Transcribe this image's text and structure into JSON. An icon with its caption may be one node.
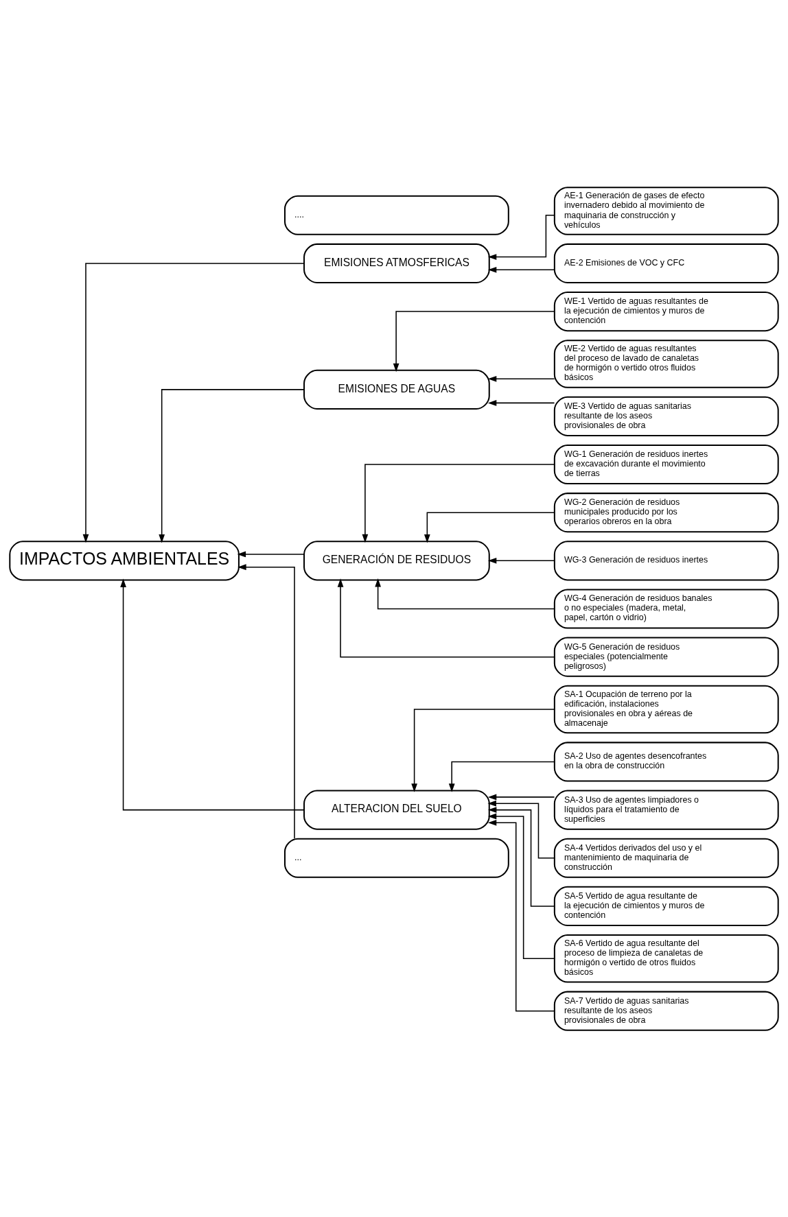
{
  "diagram": {
    "nodes": [
      {
        "text": [
          "IMPACTOS AMBIENTALES"
        ]
      },
      {
        "text": [
          "EMISIONES ATMOSFERICAS"
        ]
      },
      {
        "text": [
          "AE-1 Generación de gases de efecto invernadero debido al movimiento de maquinaria de construcción y vehículos"
        ]
      },
      {
        "text": [
          "AE-2 Emisiones de VOC y CFC"
        ]
      },
      {
        "text": [
          "EMISIONES DE AGUAS"
        ]
      },
      {
        "text": [
          "WE-1 Vertido de aguas resultantes de la ejecución de cimientos y muros de contención"
        ]
      },
      {
        "text": [
          "WE-2 Vertido de aguas resultantes del proceso de lavado de canaletas de hormigón o vertido otros fluidos básicos"
        ]
      },
      {
        "text": [
          "WE-3 Vertido de aguas sanitarias resultante de los aseos provisionales de obra"
        ]
      },
      {
        "text": [
          "GENERACIÓN DE RESIDUOS"
        ]
      },
      {
        "text": [
          "WG-1 Generación de residuos inertes de excavación durante el movimiento de tierras"
        ]
      },
      {
        "text": [
          "WG-2 Generación de residuos municipales producido por los operarios obreros en la obra"
        ]
      },
      {
        "text": [
          "WG-3 Generación de residuos inertes"
        ]
      },
      {
        "text": [
          "WG-4 Generación de residuos banales o no especiales (madera, metal, papel, cartón o vidrio)"
        ]
      },
      {
        "text": [
          "WG-5 Generación de residuos especiales (potencialmente peligrosos)"
        ]
      },
      {
        "text": [
          "ALTERACION DEL SUELO"
        ]
      },
      {
        "text": [
          "SA-1 Ocupación de terreno por la edificación, instalaciones provisionales en obra y aéreas de almacenaje"
        ]
      },
      {
        "text": [
          "SA-2 Uso de agentes desencofrantes en la obra de construcción"
        ]
      },
      {
        "text": [
          "SA-3 Uso de agentes limpiadores o líquidos para el tratamiento de superficies"
        ]
      },
      {
        "text": [
          "SA-4 Vertidos derivados del uso y el mantenimiento de maquinaria de construcción"
        ]
      },
      {
        "text": [
          "SA-5 Vertido de agua resultante de la ejecución de cimientos y muros de contención"
        ]
      },
      {
        "text": [
          "SA-6 Vertido de agua resultante del proceso de limpieza de canaletas de hormigón o vertido de otros fluidos básicos"
        ]
      },
      {
        "text": [
          "SA-7 Vertido de aguas sanitarias resultante de los aseos provisionales de obra"
        ]
      },
      {
        "text": [
          "..."
        ]
      },
      {
        "text": [
          "...."
        ]
      }
    ],
    "edges": [
      {
        "from": 1,
        "to": 0,
        "arrow": "to"
      },
      {
        "from": 4,
        "to": 0,
        "arrow": "to"
      },
      {
        "from": 8,
        "to": 0,
        "arrow": "to"
      },
      {
        "from": 14,
        "to": 0,
        "arrow": "to"
      },
      {
        "from": 22,
        "to": 0,
        "arrow": "to"
      },
      {
        "from": 2,
        "to": 1,
        "arrow": "to"
      },
      {
        "from": 3,
        "to": 1,
        "arrow": "to"
      },
      {
        "from": 5,
        "to": 4,
        "arrow": "to"
      },
      {
        "from": 6,
        "to": 4,
        "arrow": "to"
      },
      {
        "from": 7,
        "to": 4,
        "arrow": "to"
      },
      {
        "from": 9,
        "to": 8,
        "arrow": "to"
      },
      {
        "from": 10,
        "to": 8,
        "arrow": "to"
      },
      {
        "from": 11,
        "to": 8,
        "arrow": "to"
      },
      {
        "from": 12,
        "to": 8,
        "arrow": "to"
      },
      {
        "from": 13,
        "to": 8,
        "arrow": "to"
      },
      {
        "from": 15,
        "to": 14,
        "arrow": "to"
      },
      {
        "from": 16,
        "to": 14,
        "arrow": "to"
      },
      {
        "from": 17,
        "to": 14,
        "arrow": "to"
      },
      {
        "from": 18,
        "to": 14,
        "arrow": "to"
      },
      {
        "from": 19,
        "to": 14,
        "arrow": "to"
      },
      {
        "from": 20,
        "to": 14,
        "arrow": "to"
      },
      {
        "from": 21,
        "to": 14,
        "arrow": "to"
      }
    ]
  }
}
